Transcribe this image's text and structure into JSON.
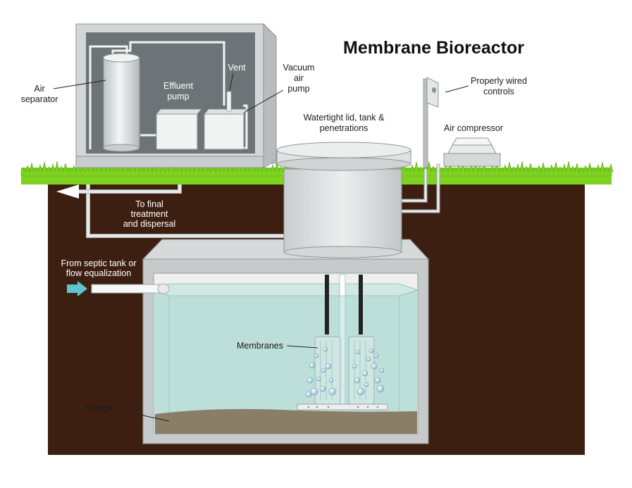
{
  "title": "Membrane Bioreactor",
  "labels": {
    "air_separator": [
      "Air",
      "separator"
    ],
    "effluent_pump": [
      "Effluent",
      "pump"
    ],
    "vent": "Vent",
    "vacuum_air_pump": [
      "Vacuum",
      "air",
      "pump"
    ],
    "watertight_lid": [
      "Watertight lid, tank &",
      "penetrations"
    ],
    "properly_wired_controls": [
      "Properly wired",
      "controls"
    ],
    "air_compressor": "Air compressor",
    "to_final_treatment": [
      "To final",
      "treatment",
      "and dispersal"
    ],
    "from_septic_tank": [
      "From septic tank or",
      "flow equalization"
    ],
    "membranes": "Membranes",
    "sludge": "Sludge"
  },
  "colors": {
    "grass": "#7ed321",
    "soil": "#3d1f12",
    "water": "#b9ddd8",
    "sludge": "#8a7e66",
    "tank_wall": "#c7cacb",
    "panel": "#6d7477",
    "inflow_arrow": "#5fc4d0"
  }
}
